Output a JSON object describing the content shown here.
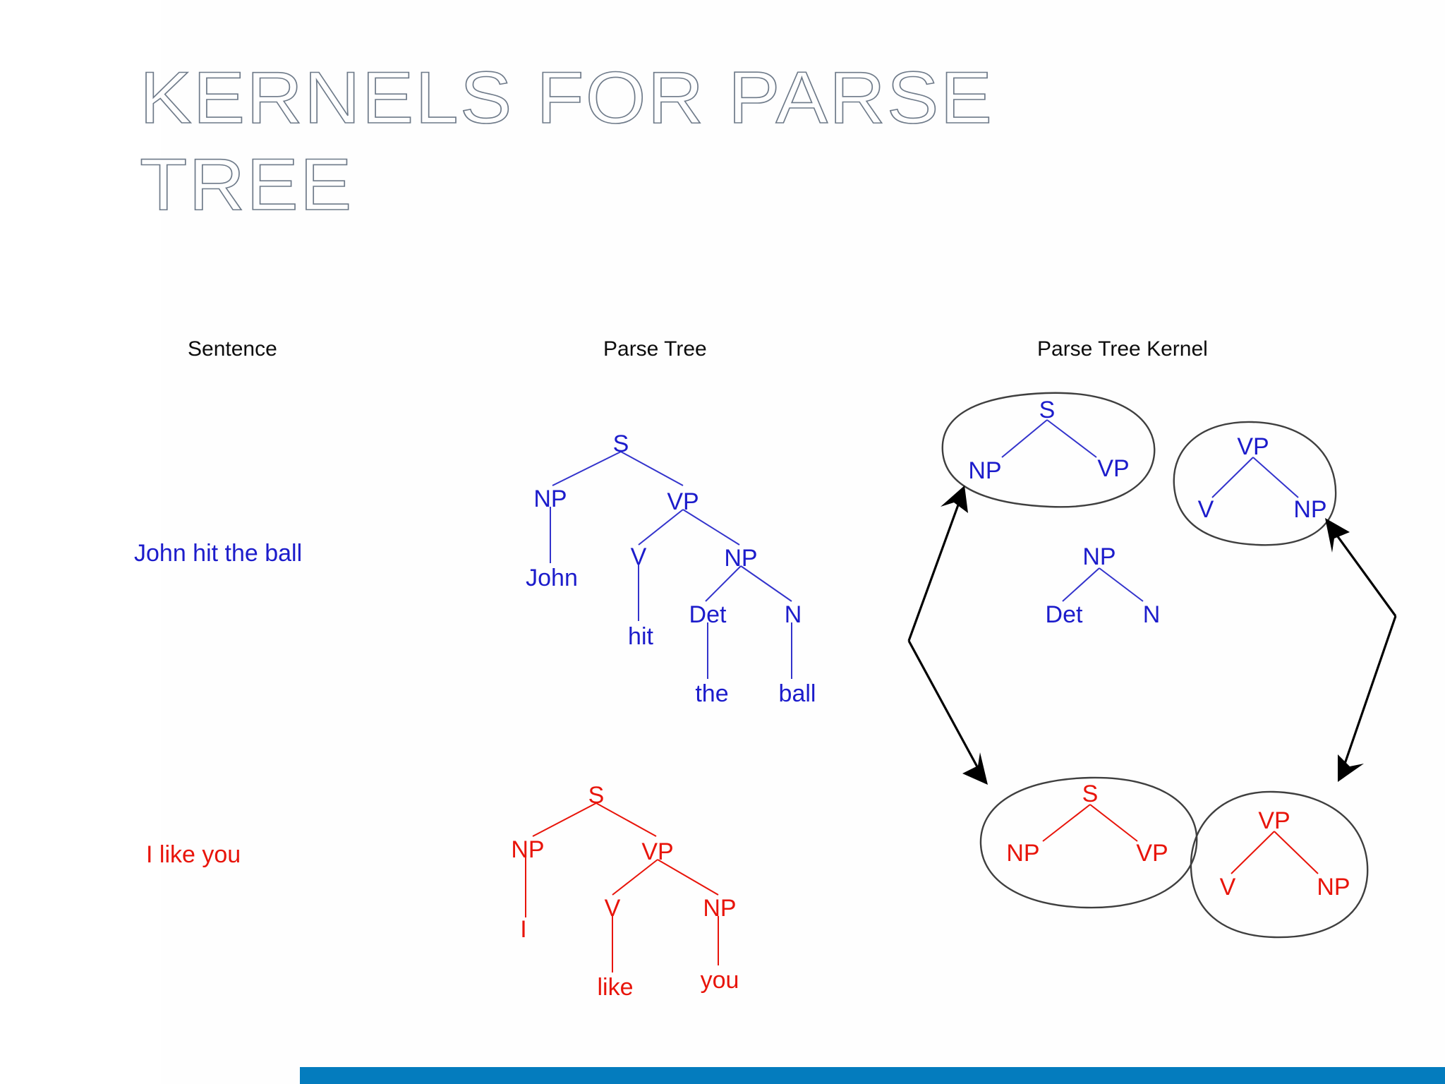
{
  "slide": {
    "title_line1": "Kernels for Parse",
    "title_line2": "Tree",
    "title_color": "#6e7a89",
    "background_color": "#ffffff",
    "accent_bar_color": "#047cbe"
  },
  "columns": {
    "sentence": "Sentence",
    "parse_tree": "Parse Tree",
    "parse_tree_kernel": "Parse Tree Kernel"
  },
  "colors": {
    "example_blue": "#1c1ccb",
    "example_red": "#e8140a",
    "ring_stroke": "#3f3f3f",
    "arrow": "#000000"
  },
  "examples": [
    {
      "id": "blue",
      "sentence": "John hit the ball",
      "color": "#1c1ccb",
      "parse_tree": {
        "root": "S",
        "nodes": [
          "S",
          "NP",
          "VP",
          "John",
          "V",
          "NP",
          "hit",
          "Det",
          "N",
          "the",
          "ball"
        ],
        "edges": [
          [
            "S",
            "NP"
          ],
          [
            "S",
            "VP"
          ],
          [
            "NP",
            "John"
          ],
          [
            "VP",
            "V"
          ],
          [
            "VP",
            "NP2"
          ],
          [
            "V",
            "hit"
          ],
          [
            "NP2",
            "Det"
          ],
          [
            "NP2",
            "N"
          ],
          [
            "Det",
            "the"
          ],
          [
            "N",
            "ball"
          ]
        ],
        "labels": {
          "S": "S",
          "NP": "NP",
          "VP": "VP",
          "John": "John",
          "V": "V",
          "NP2": "NP",
          "hit": "hit",
          "Det": "Det",
          "N": "N",
          "the": "the",
          "ball": "ball"
        }
      },
      "kernels": [
        {
          "id": "blue-k1",
          "root": "S",
          "children": [
            "NP",
            "VP"
          ],
          "circled": true
        },
        {
          "id": "blue-k2",
          "root": "VP",
          "children": [
            "V",
            "NP"
          ],
          "circled": true
        },
        {
          "id": "blue-k3",
          "root": "NP",
          "children": [
            "Det",
            "N"
          ],
          "circled": false
        }
      ]
    },
    {
      "id": "red",
      "sentence": "I like you",
      "color": "#e8140a",
      "parse_tree": {
        "root": "S",
        "nodes": [
          "S",
          "NP",
          "VP",
          "I",
          "V",
          "NP",
          "like",
          "you"
        ],
        "edges": [
          [
            "S",
            "NP"
          ],
          [
            "S",
            "VP"
          ],
          [
            "NP",
            "I"
          ],
          [
            "VP",
            "V"
          ],
          [
            "VP",
            "NP2"
          ],
          [
            "V",
            "like"
          ],
          [
            "NP2",
            "you"
          ]
        ],
        "labels": {
          "S": "S",
          "NP": "NP",
          "VP": "VP",
          "I": "I",
          "V": "V",
          "NP2": "NP",
          "like": "like",
          "you": "you"
        }
      },
      "kernels": [
        {
          "id": "red-k1",
          "root": "S",
          "children": [
            "NP",
            "VP"
          ],
          "circled": true
        },
        {
          "id": "red-k2",
          "root": "VP",
          "children": [
            "V",
            "NP"
          ],
          "circled": true
        }
      ]
    }
  ],
  "tree_blue_labels": {
    "s": "S",
    "np1": "NP",
    "vp": "VP",
    "john": "John",
    "v": "V",
    "np2": "NP",
    "hit": "hit",
    "det": "Det",
    "n": "N",
    "the": "the",
    "ball": "ball"
  },
  "tree_red_labels": {
    "s": "S",
    "np1": "NP",
    "vp": "VP",
    "i": "I",
    "v": "V",
    "np2": "NP",
    "like": "like",
    "you": "you"
  },
  "kernel_blue_s": {
    "root": "S",
    "left": "NP",
    "right": "VP"
  },
  "kernel_blue_vp": {
    "root": "VP",
    "left": "V",
    "right": "NP"
  },
  "kernel_blue_np": {
    "root": "NP",
    "left": "Det",
    "right": "N"
  },
  "kernel_red_s": {
    "root": "S",
    "left": "NP",
    "right": "VP"
  },
  "kernel_red_vp": {
    "root": "VP",
    "left": "V",
    "right": "NP"
  },
  "connectors": {
    "left_label": "matching-kernel-connector-left",
    "right_label": "matching-kernel-connector-right"
  }
}
